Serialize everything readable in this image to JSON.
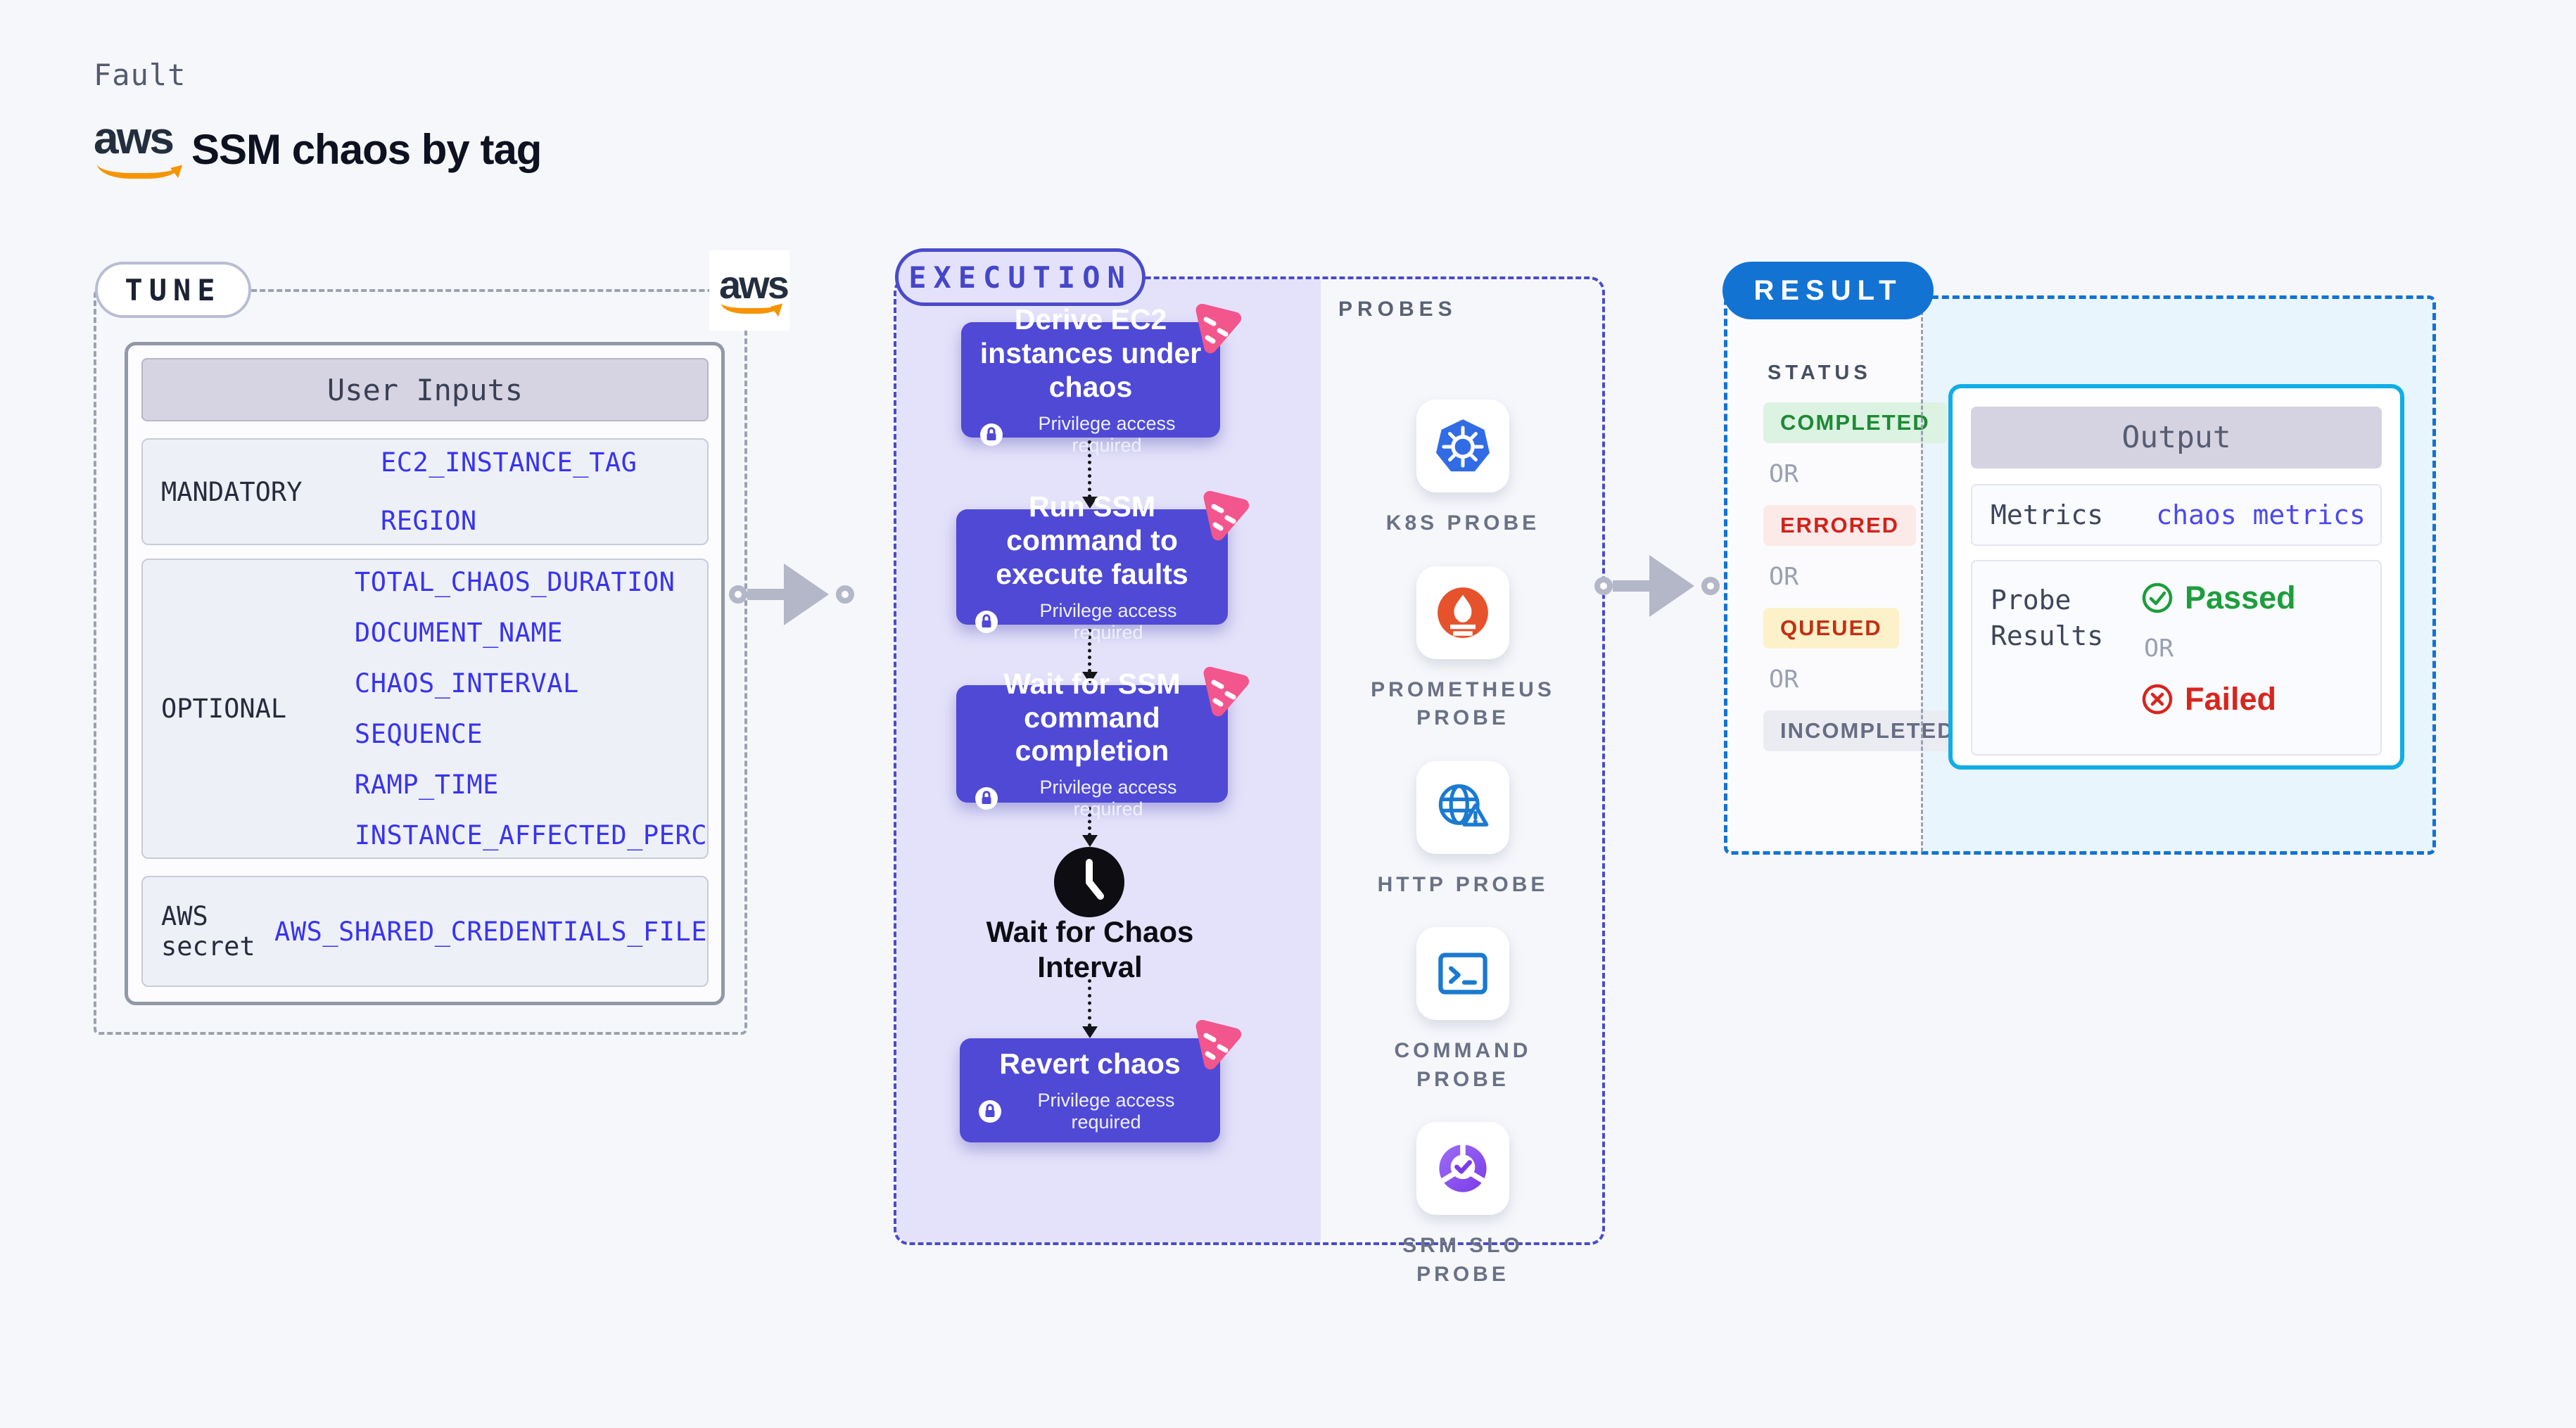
{
  "page": {
    "kicker": "Fault",
    "title": "SSM chaos by tag"
  },
  "brand": {
    "wordmark": "aws"
  },
  "tune": {
    "label": "TUNE",
    "table": {
      "header": "User Inputs",
      "rows": [
        {
          "label": "MANDATORY",
          "values": [
            "EC2_INSTANCE_TAG",
            "REGION"
          ]
        },
        {
          "label": "OPTIONAL",
          "values": [
            "TOTAL_CHAOS_DURATION",
            "DOCUMENT_NAME",
            "CHAOS_INTERVAL",
            "SEQUENCE",
            "RAMP_TIME",
            "INSTANCE_AFFECTED_PERC"
          ]
        },
        {
          "label": "AWS secret",
          "values": [
            "AWS_SHARED_CREDENTIALS_FILE"
          ]
        }
      ]
    }
  },
  "execution": {
    "label": "EXECUTION",
    "privilege_note": "Privilege access required",
    "steps": [
      "Derive EC2 instances under chaos",
      "Run SSM command to execute faults",
      "Wait for SSM command completion",
      "Revert chaos"
    ],
    "wait_label": "Wait for Chaos Interval"
  },
  "probes": {
    "label": "PROBES",
    "items": [
      {
        "label": "K8S PROBE",
        "icon": "kubernetes"
      },
      {
        "label": "PROMETHEUS PROBE",
        "icon": "prometheus"
      },
      {
        "label": "HTTP PROBE",
        "icon": "http"
      },
      {
        "label": "COMMAND PROBE",
        "icon": "command"
      },
      {
        "label": "SRM SLO PROBE",
        "icon": "srm-slo"
      }
    ]
  },
  "result": {
    "label": "RESULT",
    "status_title": "STATUS",
    "or": "OR",
    "statuses": [
      {
        "label": "COMPLETED",
        "fg": "#1d8a34",
        "bg": "#dcf2e2"
      },
      {
        "label": "ERRORED",
        "fg": "#d0231b",
        "bg": "#fceae8"
      },
      {
        "label": "QUEUED",
        "fg": "#c03016",
        "bg": "#fdf1c9"
      },
      {
        "label": "INCOMPLETED",
        "fg": "#666d83",
        "bg": "#ebecf2"
      }
    ],
    "output": {
      "header": "Output",
      "metrics_label": "Metrics",
      "metrics_value": "chaos metrics",
      "probe_results_label": "Probe Results",
      "passed": "Passed",
      "failed": "Failed"
    }
  },
  "colors": {
    "accent_indigo": "#4f49d6",
    "accent_blue": "#1273d3",
    "accent_cyan": "#10aee6",
    "value_blue": "#3834f0",
    "aws_orange": "#f79400",
    "chaos_pink": "#f2568c"
  }
}
